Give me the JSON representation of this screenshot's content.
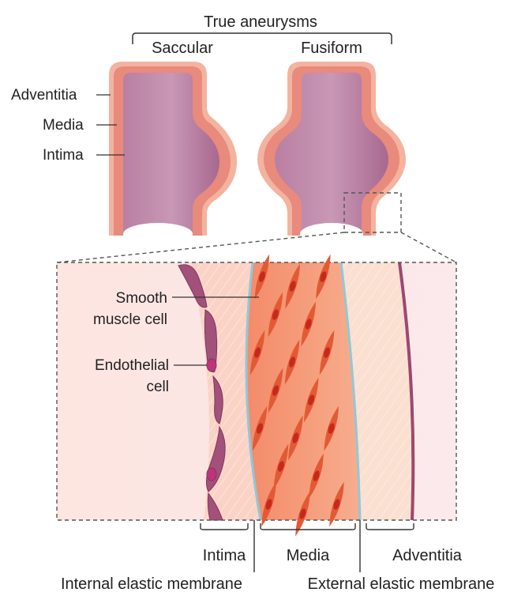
{
  "header": {
    "group_label": "True aneurysms",
    "saccular_label": "Saccular",
    "fusiform_label": "Fusiform"
  },
  "vessel_layers": {
    "adventitia": "Adventitia",
    "media": "Media",
    "intima": "Intima"
  },
  "cells": {
    "smooth_muscle_line1": "Smooth",
    "smooth_muscle_line2": "muscle cell",
    "endothelial_line1": "Endothelial",
    "endothelial_line2": "cell"
  },
  "bottom_layers": {
    "intima": "Intima",
    "media": "Media",
    "adventitia": "Adventitia"
  },
  "membranes": {
    "internal": "Internal elastic membrane",
    "external": "External elastic membrane"
  },
  "colors": {
    "adventitia": "#f2b6a0",
    "media": "#e8887a",
    "lumen": "#b87aa0",
    "endothelium": "#9c4870",
    "smc_outer": "#e25a35",
    "smc_inner": "#c8281c",
    "elastic": "#8fc9d8"
  }
}
